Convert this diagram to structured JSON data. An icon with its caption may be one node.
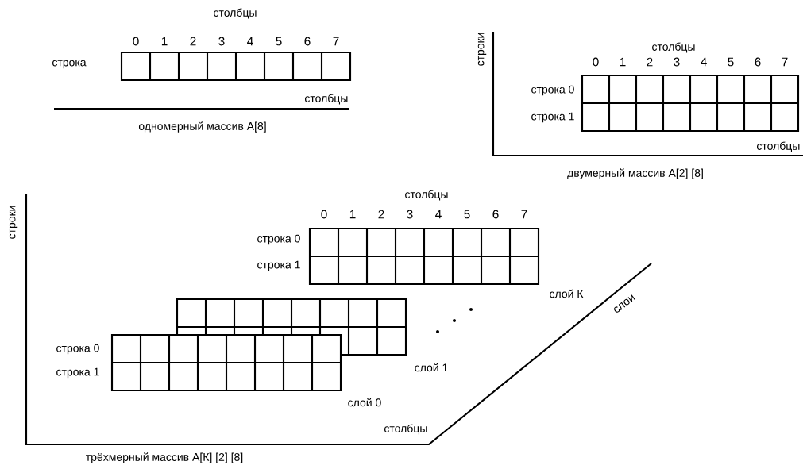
{
  "diagram": {
    "labels": [
      "столбцы",
      "0",
      "1",
      "2",
      "3",
      "4",
      "5",
      "6",
      "7",
      "строка",
      "столбцы",
      "одномерный массив A[8]",
      "строки",
      "столбцы",
      "0",
      "1",
      "2",
      "3",
      "4",
      "5",
      "6",
      "7",
      "строка 0",
      "строка 1",
      "столбцы",
      "двумерный массив A[2] [8]",
      "строки",
      "столбцы",
      "0",
      "1",
      "2",
      "3",
      "4",
      "5",
      "6",
      "7",
      "строка 0",
      "строка 1",
      "слой К",
      "слои",
      "строка 0",
      "строка 1",
      "слой 1",
      "слой 0",
      "столбцы",
      "трёхмерный массив A[К] [2] [8]"
    ]
  }
}
